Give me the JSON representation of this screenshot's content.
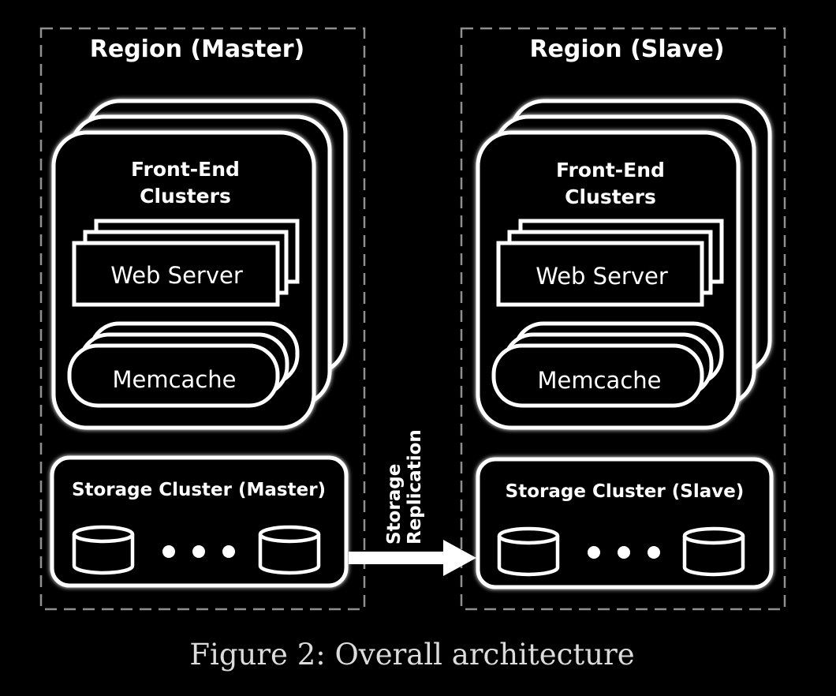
{
  "regions": [
    {
      "title": "Region (Master)",
      "frontend_label_line1": "Front-End",
      "frontend_label_line2": "Clusters",
      "web_server_label": "Web Server",
      "memcache_label": "Memcache",
      "storage_label": "Storage Cluster (Master)"
    },
    {
      "title": "Region (Slave)",
      "frontend_label_line1": "Front-End",
      "frontend_label_line2": "Clusters",
      "web_server_label": "Web Server",
      "memcache_label": "Memcache",
      "storage_label": "Storage Cluster (Slave)"
    }
  ],
  "replication": {
    "line1": "Storage",
    "line2": "Replication"
  },
  "caption": "Figure 2: Overall architecture",
  "colors": {
    "background": "#000000",
    "foreground": "#ffffff",
    "region_border": "#8f8f8f",
    "caption": "#dcdcdc"
  }
}
